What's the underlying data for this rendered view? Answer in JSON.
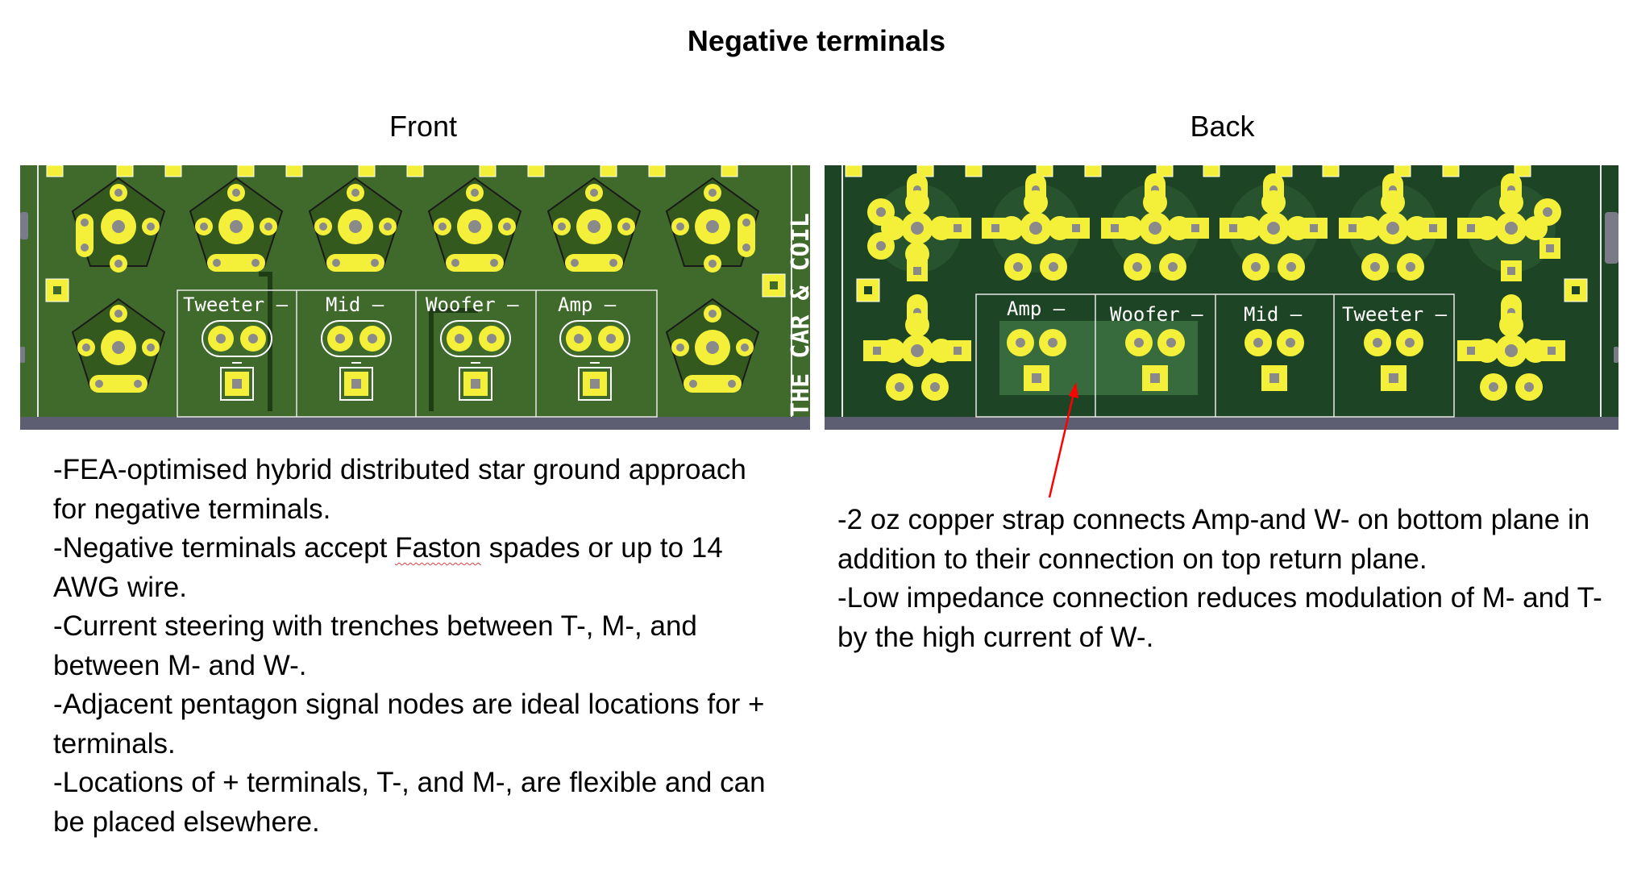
{
  "title": "Negative terminals",
  "front": {
    "label": "Front",
    "board_labels": [
      "Tweeter –",
      "Mid –",
      "Woofer –",
      "Amp –"
    ],
    "edge_text": "THE CAR & COIL",
    "notes": {
      "n1": "-FEA-optimised hybrid distributed star ground approach for negative terminals.",
      "n2_pre": "-Negative terminals accept ",
      "n2_word": "Faston",
      "n2_post": " spades or up to 14 AWG wire.",
      "n3": "-Current steering with trenches between T-, M-, and between M- and W-.",
      "n4": "-Adjacent pentagon signal nodes are ideal locations for + terminals.",
      "n5": "-Locations of + terminals, T-, and M-, are flexible and can be placed elsewhere."
    }
  },
  "back": {
    "label": "Back",
    "board_labels": [
      "Amp –",
      "Woofer –",
      "Mid –",
      "Tweeter –"
    ],
    "notes": {
      "n1": "-2 oz copper strap connects Amp-and W- on bottom plane in addition to their connection on top return plane.",
      "n2": "-Low impedance connection reduces modulation of M- and T- by the high current of W-."
    }
  },
  "colors": {
    "front_pcb": "#3f6a2c",
    "back_pcb": "#1d4425",
    "pad": "#f4f03a",
    "hole": "#8a8a8a",
    "edge": "#5e5e72",
    "arrow": "#ff0000"
  }
}
